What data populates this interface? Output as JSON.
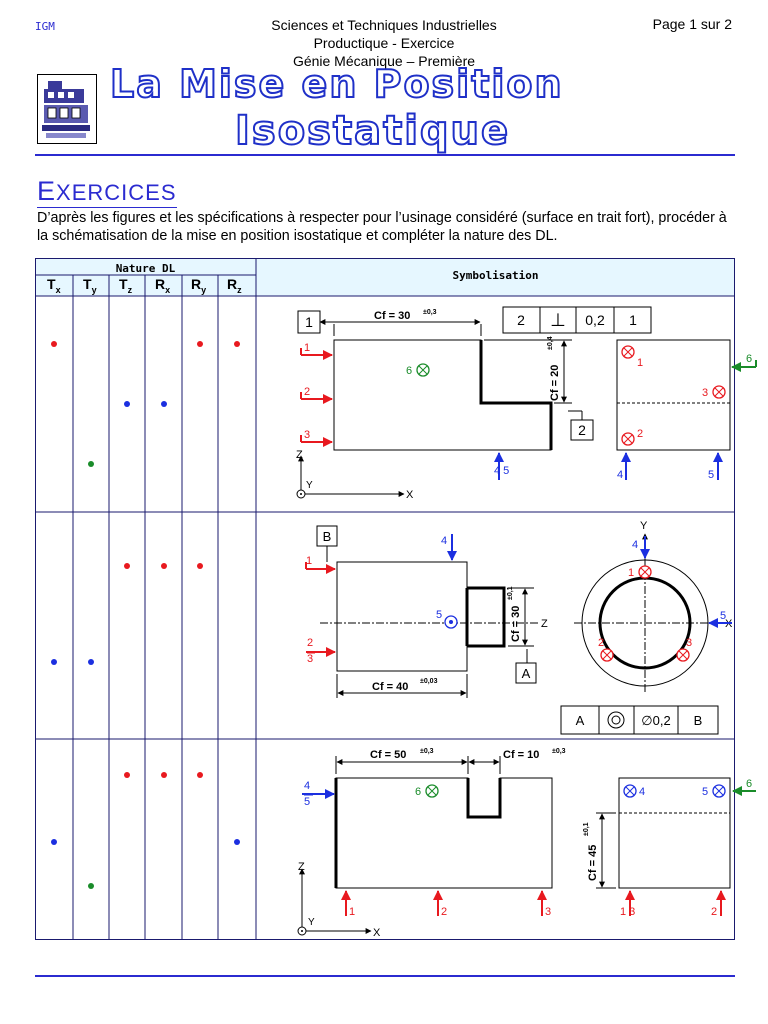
{
  "header": {
    "left": "IGM",
    "center_lines": [
      "Sciences et Techniques Industrielles",
      "Productique - Exercice",
      "Génie Mécanique – Première"
    ],
    "page": "Page 1 sur 2"
  },
  "title": {
    "line1": "La Mise en Position",
    "line2": "Isostatique"
  },
  "exercises": {
    "heading_initial": "E",
    "heading_rest": "XERCICES",
    "description": "D’après les figures et les spécifications à respecter pour l’usinage considéré (surface en trait fort), procéder à la schématisation de la mise en position isostatique et compléter la nature des DL."
  },
  "table": {
    "nature_header": "Nature DL",
    "symbol_header": "Symbolisation",
    "dl_columns": [
      {
        "letter": "T",
        "sub": "x"
      },
      {
        "letter": "T",
        "sub": "y"
      },
      {
        "letter": "T",
        "sub": "z"
      },
      {
        "letter": "R",
        "sub": "x"
      },
      {
        "letter": "R",
        "sub": "y"
      },
      {
        "letter": "R",
        "sub": "z"
      }
    ]
  },
  "rows": [
    {
      "dots": [
        {
          "col": 0,
          "color": "red",
          "level": 0.22
        },
        {
          "col": 4,
          "color": "red",
          "level": 0.22
        },
        {
          "col": 5,
          "color": "red",
          "level": 0.22
        },
        {
          "col": 2,
          "color": "blue",
          "level": 0.5
        },
        {
          "col": 3,
          "color": "blue",
          "level": 0.5
        },
        {
          "col": 1,
          "color": "green",
          "level": 0.78
        }
      ]
    },
    {
      "dots": [
        {
          "col": 2,
          "color": "red",
          "level": 0.24
        },
        {
          "col": 3,
          "color": "red",
          "level": 0.24
        },
        {
          "col": 4,
          "color": "red",
          "level": 0.24
        },
        {
          "col": 0,
          "color": "blue",
          "level": 0.66
        },
        {
          "col": 1,
          "color": "blue",
          "level": 0.66
        }
      ]
    },
    {
      "dots": [
        {
          "col": 2,
          "color": "red",
          "level": 0.18
        },
        {
          "col": 3,
          "color": "red",
          "level": 0.18
        },
        {
          "col": 4,
          "color": "red",
          "level": 0.18
        },
        {
          "col": 0,
          "color": "blue",
          "level": 0.51
        },
        {
          "col": 5,
          "color": "blue",
          "level": 0.51
        },
        {
          "col": 1,
          "color": "green",
          "level": 0.73
        }
      ]
    }
  ],
  "colors": {
    "red": "#e8191f",
    "blue": "#1b2fe0",
    "green": "#1a8c2a",
    "accent": "#2b2bd0",
    "header_bg": "#e6f7ff"
  },
  "fig1": {
    "ref1": "1",
    "cf_width": "Cf = 30",
    "cf_width_tol": "±0,3",
    "cf_height": "Cf = 20",
    "cf_height_tol": "±0,4",
    "ref2": "2",
    "frame": [
      "2",
      "⊥",
      "0,2",
      "1"
    ],
    "labels": {
      "p1": "1",
      "p2": "2",
      "p3": "3",
      "p45": "4 5",
      "p6": "6",
      "s1": "1",
      "s2": "2",
      "s3": "3",
      "s4": "4",
      "s5": "5",
      "s6": "6"
    },
    "axes": {
      "z": "Z",
      "y": "Y",
      "x": "X"
    }
  },
  "fig2": {
    "refB": "B",
    "cf_dia": "Cf = 30",
    "cf_dia_tol": "±0,1",
    "cf_len": "Cf = 40",
    "cf_len_tol": "±0,03",
    "refA": "A",
    "frame": [
      "A",
      "◎",
      "∅0,2",
      "B"
    ],
    "labels": {
      "p1": "1",
      "p23_a": "2",
      "p23_b": "3",
      "p4": "4",
      "p5": "5",
      "z": "Z",
      "c1": "1",
      "c2": "2",
      "c3": "3",
      "c4": "4",
      "c5": "5",
      "cy": "Y",
      "cx": "X"
    }
  },
  "fig3": {
    "cf1": "Cf = 50",
    "cf1_tol": "±0,3",
    "cf2": "Cf = 10",
    "cf2_tol": "±0,3",
    "cf3": "Cf = 45",
    "cf3_tol": "±0,1",
    "labels": {
      "p45_a": "4",
      "p45_b": "5",
      "p6": "6",
      "b1": "1",
      "b2": "2",
      "b3": "3",
      "s4": "4",
      "s5": "5",
      "s6": "6",
      "s13": "1 3",
      "s2": "2"
    },
    "axes": {
      "z": "Z",
      "y": "Y",
      "x": "X"
    }
  }
}
